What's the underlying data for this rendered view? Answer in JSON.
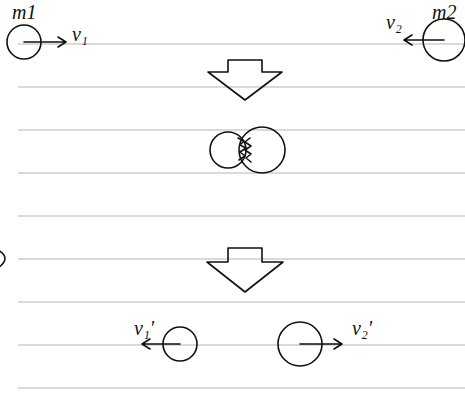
{
  "diagram": {
    "labels": [
      "m1",
      "v₁",
      "m2",
      "v₂",
      "v₁'",
      "v₂'"
    ]
  }
}
